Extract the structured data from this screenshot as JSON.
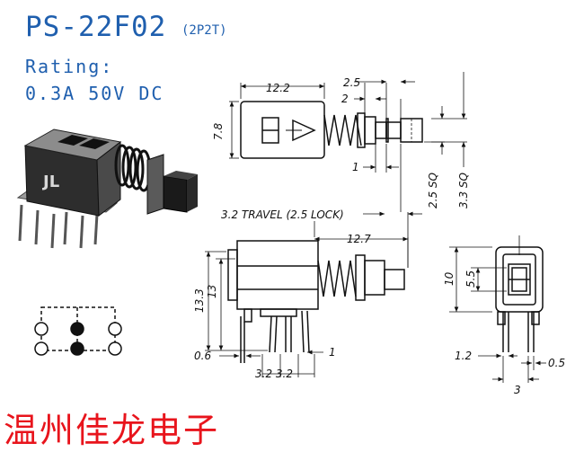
{
  "header": {
    "model": "PS-22F02",
    "configuration": "(2P2T)",
    "rating_label": "Rating:",
    "rating_value": "0.3A  50V  DC"
  },
  "footer": {
    "company": "温州佳龙电子"
  },
  "product_photo": {
    "logo_text": "JL"
  },
  "dimensions": {
    "top_view": {
      "width": "12.2",
      "offset_a": "2.5",
      "offset_b": "2",
      "height": "7.8",
      "pin_spacing": "1",
      "square_small": "2.5 SQ",
      "square_large": "3.3 SQ"
    },
    "side_view": {
      "travel": "3.2 TRAVEL (2.5 LOCK)",
      "length": "12.7",
      "total_height": "13.3",
      "body_height": "13",
      "pin_thickness": "0.6",
      "pin_offset": "1",
      "pin_pitch": "3.2 3.2"
    },
    "end_view": {
      "height": "10",
      "inner_height": "5.5",
      "left_offset": "1.2",
      "right_offset": "0.5",
      "pitch": "3"
    }
  },
  "colors": {
    "title_blue": "#1f5fae",
    "company_red": "#e8141c"
  }
}
